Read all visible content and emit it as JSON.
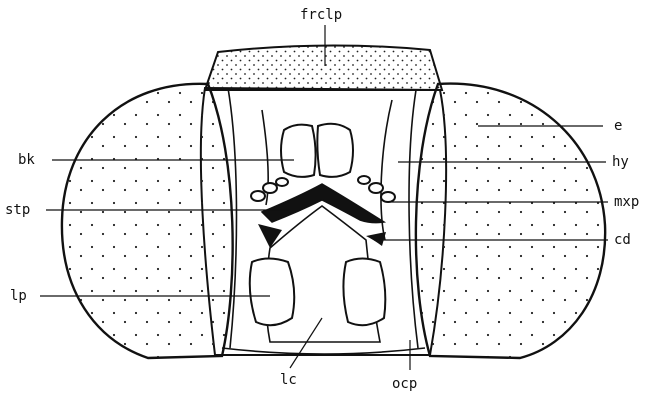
{
  "figure": {
    "labels": {
      "frclp": "frclp",
      "bk": "bk",
      "stp": "stp",
      "lp": "lp",
      "lc": "lc",
      "ocp": "ocp",
      "e": "e",
      "hy": "hy",
      "mxp": "mxp",
      "cd": "cd"
    }
  }
}
